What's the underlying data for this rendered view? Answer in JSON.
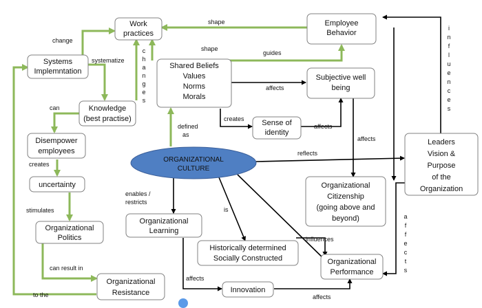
{
  "nodes": {
    "work_practices": [
      "Work",
      "practices"
    ],
    "employee_behavior": [
      "Employee",
      "Behavior"
    ],
    "systems_implementation": [
      "Systems",
      "Implemntation"
    ],
    "shared_beliefs": [
      "Shared Beliefs",
      "Values",
      "Norms",
      "Morals"
    ],
    "subjective_well_being": [
      "Subjective well",
      "being"
    ],
    "knowledge": [
      "Knowledge",
      "(best practise)"
    ],
    "sense_of_identity": [
      "Sense of",
      "identity"
    ],
    "disempower_employees": [
      "Disempower",
      "employees"
    ],
    "leaders_vision": [
      "Leaders",
      "Vision &",
      "Purpose",
      "of the",
      "Organization"
    ],
    "organizational_culture": [
      "ORGANIZATIONAL",
      "CULTURE"
    ],
    "uncertainty": [
      "uncertainty"
    ],
    "organizational_citizenship": [
      "Organizational",
      "Citizenship",
      "(going above and",
      "beyond)"
    ],
    "organizational_learning": [
      "Organizational",
      "Learning"
    ],
    "organizational_politics": [
      "Organizational",
      "Politics"
    ],
    "historically_determined": [
      "Historically determined",
      "Socially Constructed"
    ],
    "organizational_performance": [
      "Organizational",
      "Performance"
    ],
    "organizational_resistance": [
      "Organizational",
      "Resistance"
    ],
    "innovation": [
      "Innovation"
    ]
  },
  "labels": {
    "shape_top": "shape",
    "shape_mid": "shape",
    "change": "change",
    "systematize": "systematize",
    "changes": "changes",
    "guides": "guides",
    "influences_vertical": "influences",
    "affects_beliefs": "affects",
    "can": "can",
    "creates_identity": "creates",
    "affects_identity": "affects",
    "defined_as": [
      "defined",
      "as"
    ],
    "affects_wellbeing": "affects",
    "creates_uncertainty": "creates",
    "reflects": "reflects",
    "enables_restricts": [
      "enables /",
      "restricts"
    ],
    "is": "is",
    "stimulates": "stimulates",
    "affects_vertical": "affects",
    "influences_performance": "influences",
    "can_result_in": "can result in",
    "affects_innovation": "affects",
    "to_the": "to the",
    "affects_bottom": "affects"
  }
}
